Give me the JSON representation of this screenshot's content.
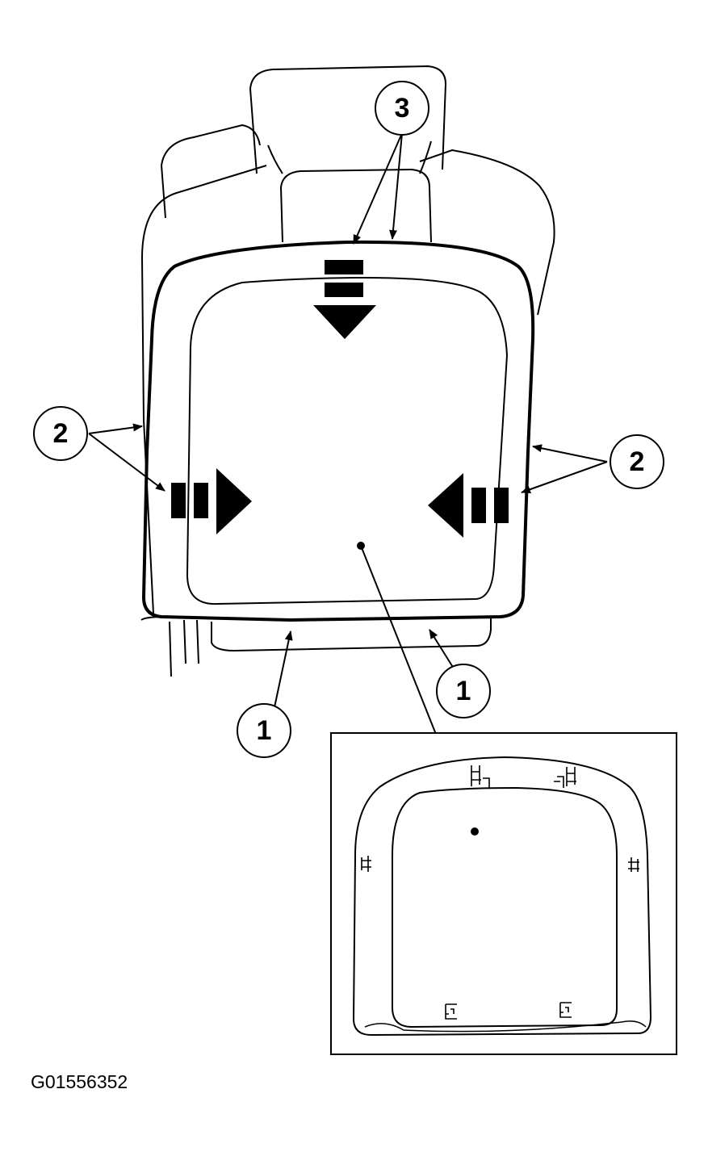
{
  "callouts": {
    "one": "1",
    "two": "2",
    "three": "3"
  },
  "figure_id": "G01556352",
  "colors": {
    "ink": "#000000",
    "paper": "#ffffff"
  }
}
